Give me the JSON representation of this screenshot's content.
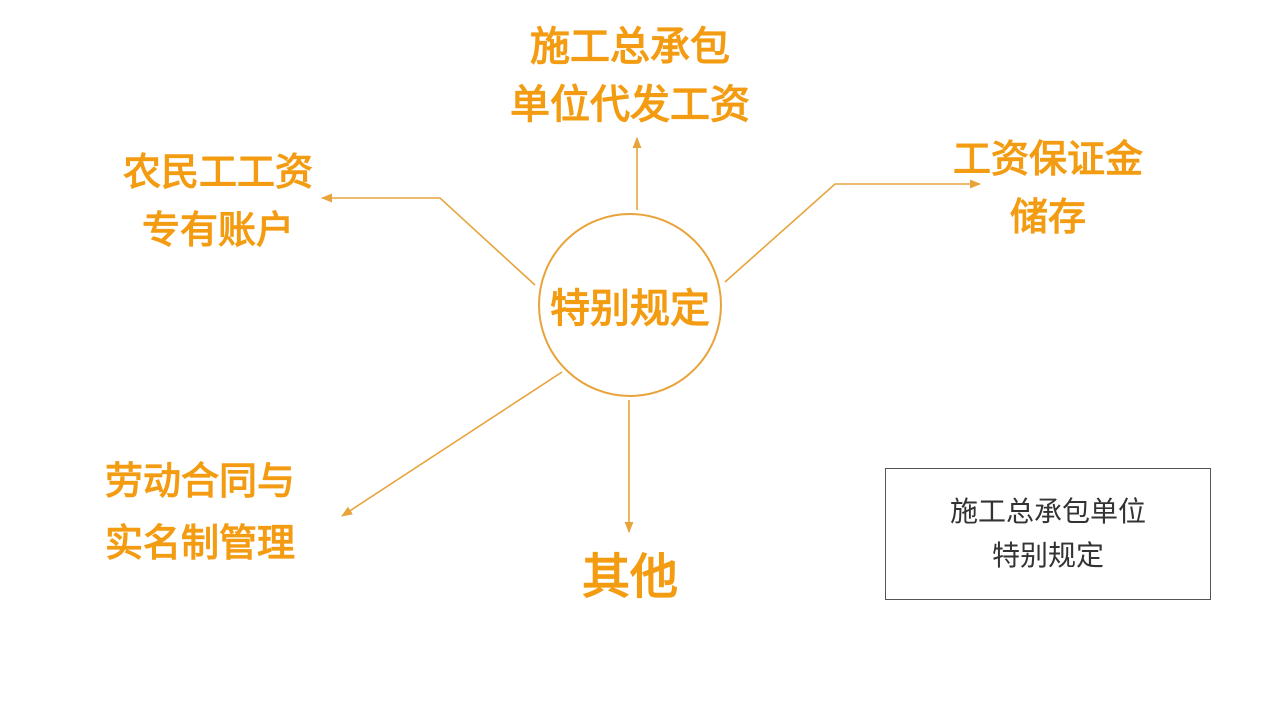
{
  "diagram": {
    "center": {
      "label": "特别规定"
    },
    "nodes": {
      "top": [
        "施工总承包",
        "单位代发工资"
      ],
      "left": [
        "农民工工资",
        "专有账户"
      ],
      "right": [
        "工资保证金",
        "储存"
      ],
      "bottom_left": [
        "劳动合同与",
        "实名制管理"
      ],
      "bottom": [
        "其他"
      ]
    },
    "note": [
      "施工总承包单位",
      "特别规定"
    ],
    "colors": {
      "accent": "#f39c12",
      "line": "#e8a33a",
      "note_text": "#333333",
      "note_border": "#555555"
    }
  }
}
